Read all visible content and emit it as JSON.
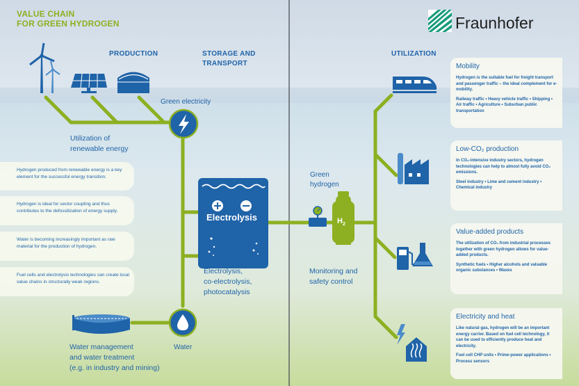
{
  "title_line1": "VALUE CHAIN",
  "title_line2": "FOR GREEN HYDROGEN",
  "brand": "Fraunhofer",
  "headings": {
    "production": "PRODUCTION",
    "storage_line1": "STORAGE AND",
    "storage_line2": "TRANSPORT",
    "utilization": "UTILIZATION"
  },
  "labels": {
    "green_electricity": "Green electricity",
    "renewable_line1": "Utilization of",
    "renewable_line2": "renewable energy",
    "green_hydrogen_line1": "Green",
    "green_hydrogen_line2": "hydrogen",
    "electrolysis": "Electrolysis",
    "h2_main": "H",
    "h2_sub": "2",
    "electrolysis_types_line1": "Electrolysis,",
    "electrolysis_types_line2": "co-electrolysis,",
    "electrolysis_types_line3": "photocatalysis",
    "monitoring_line1": "Monitoring and",
    "monitoring_line2": "safety control",
    "water": "Water",
    "water_mgmt_line1": "Water management",
    "water_mgmt_line2": "and water treatment",
    "water_mgmt_line3": "(e.g. in industry and mining)"
  },
  "left_boxes": [
    "Hydrogen produced from renewable energy is a key element for the successful energy transition.",
    "Hydrogen is ideal for sector coupling and thus contributes to the defossilization of energy supply.",
    "Water is becoming increasingly important as raw material for the production of hydrogen.",
    "Fuel cells and electrolysis technologies can create local value chains in structurally weak regions."
  ],
  "right_boxes": [
    {
      "title": "Mobility",
      "text": "Hydrogen is the suitable fuel for freight transport and passenger traffic – the ideal complement for e-mobility.",
      "items": "Railway traffic • Heavy vehicle traffic • Shipping • Air traffic • Agriculture • Suburban public transportation"
    },
    {
      "title": "Low-CO₂ production",
      "text": "In CO₂-intensive industry sectors, hydrogen technologies can help to almost fully avoid CO₂ emissions.",
      "items": "Steel industry • Lime and cement industry • Chemical industry"
    },
    {
      "title": "Value-added products",
      "text": "The utilization of CO₂ from industrial processes together with green hydrogen allows for value-added products.",
      "items": "Synthetic fuels • Higher alcohols and valuable organic substances • Waxes"
    },
    {
      "title": "Electricity and heat",
      "text": "Like natural gas, hydrogen will be an important energy carrier. Based on fuel cell technology, it can be used to efficiently produce heat and electricity.",
      "items": "Fuel cell CHP units • Prime-power applications • Process sensors"
    }
  ],
  "colors": {
    "accent_green": "#8cb021",
    "blue": "#1f63a8",
    "brand_green": "#179c7d"
  },
  "icons": [
    "wind-turbine-icon",
    "solar-panel-icon",
    "biogas-tank-icon",
    "lightning-icon",
    "water-drop-icon",
    "train-icon",
    "factory-icon",
    "fuel-pump-icon",
    "flask-icon",
    "house-heat-icon",
    "hydrogen-tank-icon",
    "valve-icon",
    "water-basin-icon"
  ]
}
